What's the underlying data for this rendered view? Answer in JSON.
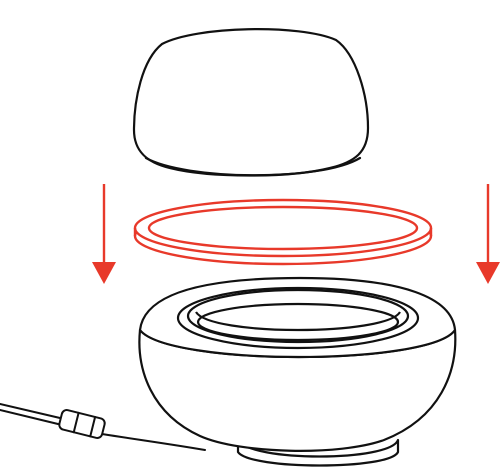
{
  "diagram": {
    "parts": {
      "lid": "lid",
      "seal_ring": "seal-ring",
      "base": "base",
      "cable": "cable"
    },
    "arrows": {
      "count": 2,
      "direction": "down"
    },
    "colors": {
      "outline": "#111111",
      "accent": "#e8392a",
      "background": "#ffffff"
    }
  }
}
